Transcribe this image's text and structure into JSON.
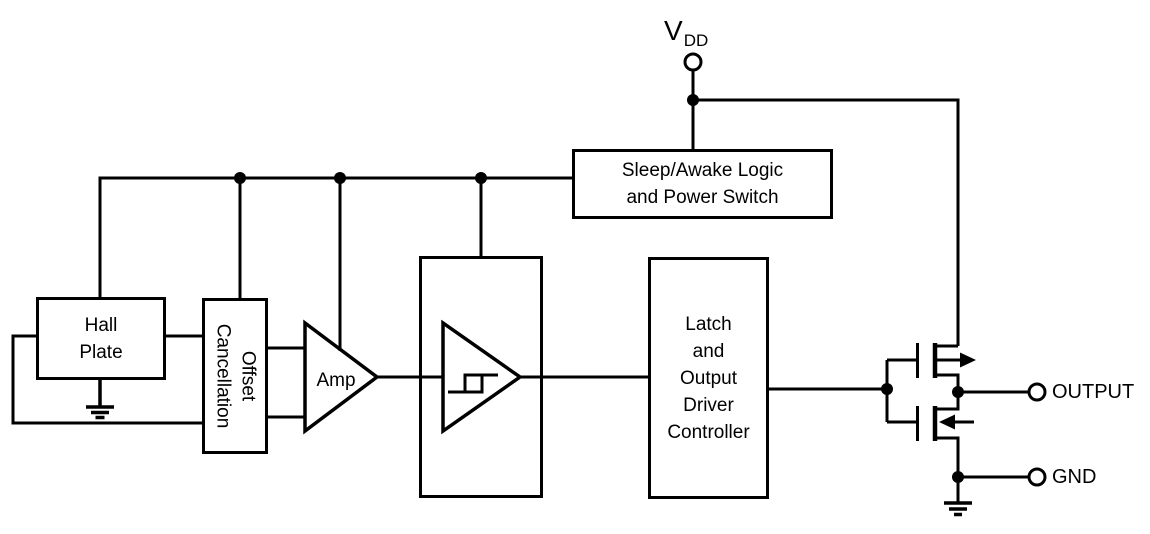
{
  "colors": {
    "stroke": "#000000",
    "background": "#ffffff"
  },
  "blocks": {
    "hall_plate": {
      "label": "Hall\nPlate"
    },
    "offset_cancellation": {
      "label": "Offset\nCancellation"
    },
    "amp": {
      "label": "Amp"
    },
    "latch_controller": {
      "label": "Latch\nand\nOutput\nDriver\nController"
    },
    "sleep_awake": {
      "label": "Sleep/Awake Logic\nand Power Switch"
    }
  },
  "terminals": {
    "vdd": {
      "name": "V",
      "subscript": "DD"
    },
    "output": {
      "name": "OUTPUT"
    },
    "gnd": {
      "name": "GND"
    }
  }
}
